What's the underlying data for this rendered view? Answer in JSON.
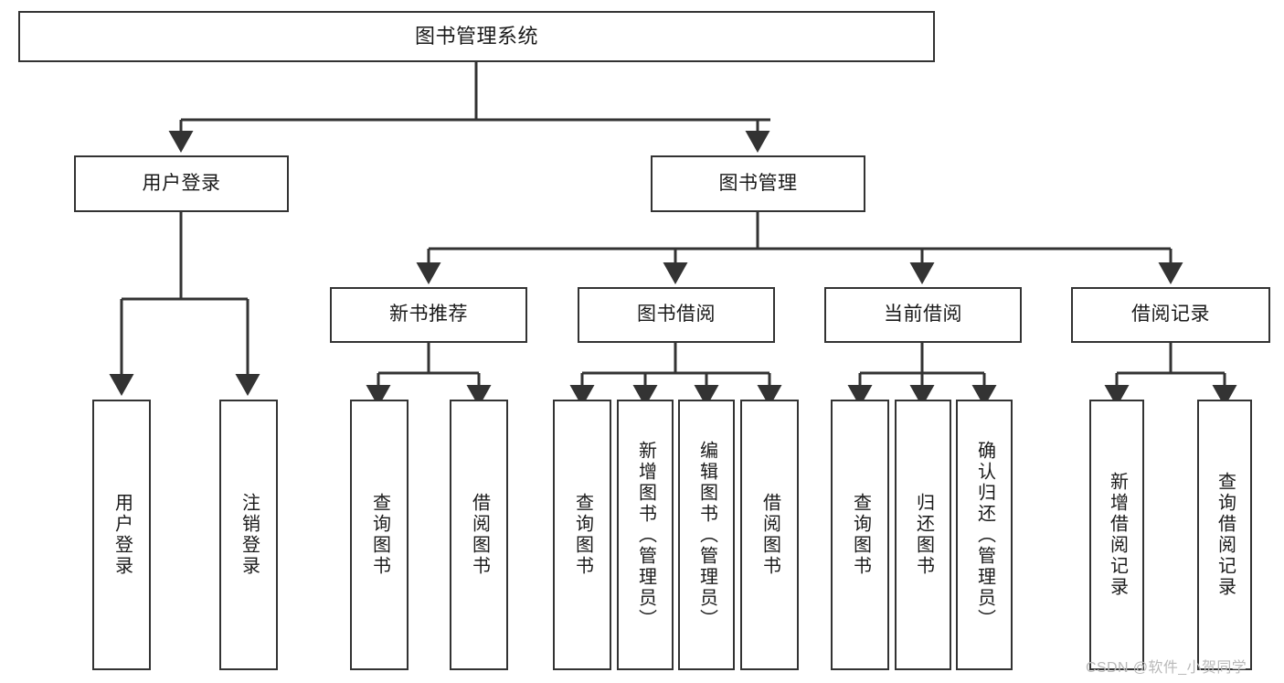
{
  "diagram": {
    "title": "图书管理系统",
    "type": "tree-hierarchy",
    "orientation": "top-down",
    "colors": {
      "box_border": "#333333",
      "box_fill": "#ffffff",
      "connector": "#333333",
      "text": "#1a1a1a",
      "watermark": "#b9b9b9",
      "background": "#ffffff"
    },
    "root": {
      "label": "图书管理系统"
    },
    "level1": [
      {
        "label": "用户登录"
      },
      {
        "label": "图书管理"
      }
    ],
    "level2": [
      {
        "label": "新书推荐"
      },
      {
        "label": "图书借阅"
      },
      {
        "label": "当前借阅"
      },
      {
        "label": "借阅记录"
      }
    ],
    "leaves": {
      "user_login": [
        {
          "label": "用户登录"
        },
        {
          "label": "注销登录"
        }
      ],
      "new_book_recommend": [
        {
          "label": "查询图书"
        },
        {
          "label": "借阅图书"
        }
      ],
      "book_borrow": [
        {
          "label": "查询图书"
        },
        {
          "label": "新增图书（管理员）"
        },
        {
          "label": "编辑图书（管理员）"
        },
        {
          "label": "借阅图书"
        }
      ],
      "current_borrow": [
        {
          "label": "查询图书"
        },
        {
          "label": "归还图书"
        },
        {
          "label": "确认归还（管理员）"
        }
      ],
      "borrow_record": [
        {
          "label": "新增借阅记录"
        },
        {
          "label": "查询借阅记录"
        }
      ]
    }
  },
  "watermark": {
    "text": "CSDN @软件_小贺同学"
  }
}
